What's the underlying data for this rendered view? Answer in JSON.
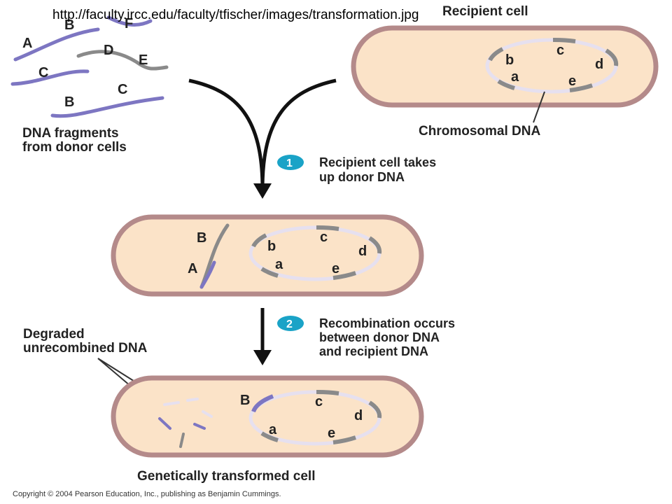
{
  "url_caption": "http://faculty.ircc.edu/faculty/tfischer/images/transformation.jpg",
  "donor": {
    "caption_line1": "DNA fragments",
    "caption_line2": "from donor cells",
    "fragment_labels": [
      "A",
      "B",
      "F",
      "C",
      "D",
      "E",
      "B",
      "C"
    ]
  },
  "recipient": {
    "title": "Recipient cell",
    "chromosome_label": "Chromosomal DNA",
    "genes": [
      "a",
      "b",
      "c",
      "d",
      "e"
    ]
  },
  "steps": [
    {
      "number": "1",
      "line1": "Recipient cell takes",
      "line2": "up donor DNA",
      "line3": ""
    },
    {
      "number": "2",
      "line1": "Recombination occurs",
      "line2": "between donor DNA",
      "line3": "and recipient DNA"
    }
  ],
  "cell2": {
    "donor_labels": [
      "B",
      "A"
    ],
    "genes": [
      "b",
      "a",
      "c",
      "d",
      "e"
    ]
  },
  "cell3": {
    "genes": [
      "B",
      "c",
      "d",
      "a",
      "e"
    ]
  },
  "degraded": {
    "line1": "Degraded",
    "line2": "unrecombined DNA"
  },
  "final_caption": "Genetically transformed cell",
  "copyright": "Copyright © 2004 Pearson Education, Inc., publishing as Benjamin Cummings.",
  "colors": {
    "cell_fill": "#fbe3c8",
    "cell_border": "#b48a8a",
    "dna_purple": "#7d76c2",
    "dna_gray": "#8a8a8a",
    "ring": "#e6e0ef",
    "badge": "#1aa3c7"
  }
}
